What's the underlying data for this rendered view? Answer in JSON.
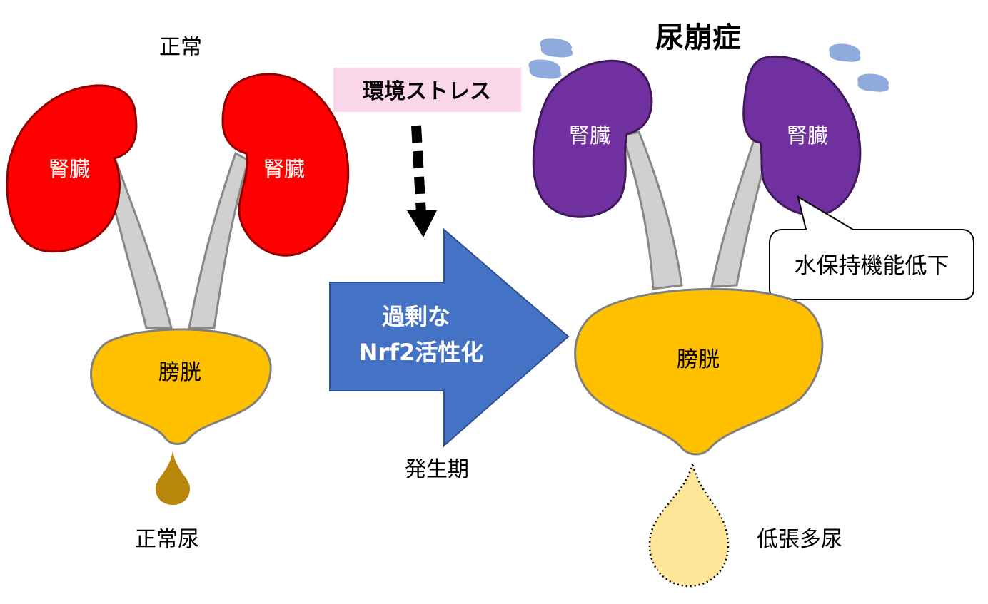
{
  "left": {
    "title": "正常",
    "kidney_left_label": "腎臓",
    "kidney_right_label": "腎臓",
    "bladder_label": "膀胱",
    "urine_label": "正常尿"
  },
  "middle": {
    "stress_label": "環境ストレス",
    "arrow_line1": "過剰な",
    "arrow_line2": "Nrf2活性化",
    "period_label": "発生期"
  },
  "right": {
    "title": "尿崩症",
    "kidney_left_label": "腎臓",
    "kidney_right_label": "腎臓",
    "bladder_label": "膀胱",
    "callout_label": "水保持機能低下",
    "urine_label": "低張多尿"
  },
  "colors": {
    "normal_kidney": "#ff0000",
    "disease_kidney": "#7030a0",
    "bladder": "#ffc000",
    "ureter": "#d0d0d0",
    "normal_urine": "#b8860b",
    "dilute_urine": "#ffe699",
    "arrow": "#4472c4",
    "stress_box": "#fbd5e8",
    "sweat_drop": "#8faadc"
  },
  "icons": {
    "sweat": "sweat-drop-icon",
    "urine_drop": "urine-drop-icon"
  }
}
